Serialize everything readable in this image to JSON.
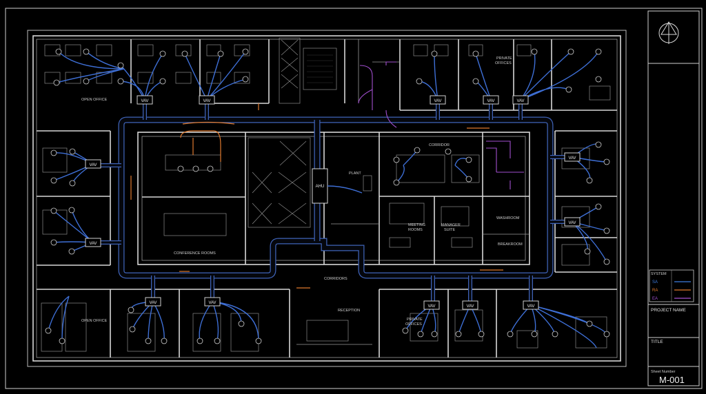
{
  "labels": {
    "open_office_top": "OPEN OFFICE",
    "private_offices_top": "PRIVATE\nOFFICES",
    "conference_rooms": "CONFERENCE ROOMS",
    "plant": "PLANT",
    "ahu": "AHU",
    "corridor_top": "CORRIDOR",
    "meeting_rooms": "MEETING\nROOMS",
    "manager_suite": "MANAGER\nSUITE",
    "washroom": "WASHROOM",
    "breakroom": "BREAKROOM",
    "corridors": "CORRIDORS",
    "reception": "RECEPTION",
    "open_office_bottom": "OPEN OFFICE",
    "private_offices_bottom": "PRIVATE\nOFFICES",
    "vav": "VAV"
  },
  "legend": {
    "title": "SYSTEM",
    "items": [
      {
        "code": "SA",
        "color": "#3f7de0"
      },
      {
        "code": "RA",
        "color": "#e07a2e"
      },
      {
        "code": "EA",
        "color": "#a24fd0"
      }
    ]
  },
  "title_block": {
    "project_name": "PROJECT NAME",
    "title": "TITLE",
    "sheet_number_label": "Sheet Number",
    "sheet_number": "M-001"
  },
  "icons": {
    "north_arrow": "north-arrow-icon"
  }
}
